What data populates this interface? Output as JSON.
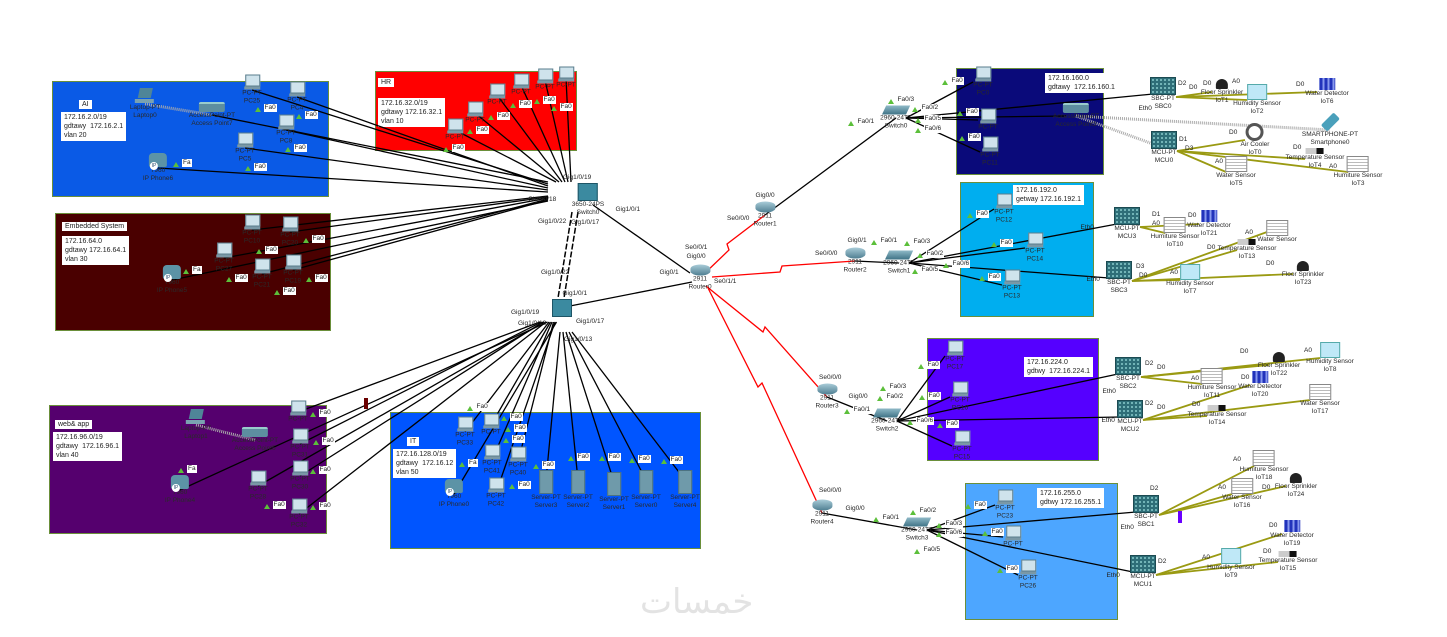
{
  "colors": {
    "ai_area": "#0a5ae6",
    "hr_area": "#ff0000",
    "embedded_area": "#4a0000",
    "webapp_area": "#55006e",
    "it_area": "#0055ff",
    "area_160": "#0a0a7a",
    "area_192": "#00aeef",
    "area_224": "#5500ff",
    "area_255": "#4da6ff",
    "copper_link": "#000000",
    "serial_link": "#ff0000",
    "iot_link": "#9a9a12",
    "wireless_link": "#aaaaaa",
    "port_up": "#5cbf3a"
  },
  "areas": {
    "ai": {
      "label": "AI",
      "info": [
        "172.16.2.0/19",
        "gdtawy  172.16.2.1",
        "vlan 20"
      ]
    },
    "hr": {
      "label": "HR",
      "info": [
        "172.16.32.0/19",
        "gdtawy 172.16.32.1",
        "vlan 10"
      ]
    },
    "embedded": {
      "label": "Embedded System",
      "info": [
        "172.16.64.0",
        "gdtawy 172.16.64.1",
        "vlan 30"
      ]
    },
    "webapp": {
      "label": "web& app",
      "info": [
        "172.16.96.0/19",
        "gdtawy  172.16.96.1",
        "vlan 40"
      ]
    },
    "it": {
      "label": "IT",
      "info": [
        "172.16.128.0/19",
        "gdtawy  172.16.12",
        "vlan 50"
      ]
    },
    "a160": {
      "info": [
        "172.16.160.0",
        "gdtawy  172.16.160.1"
      ]
    },
    "a192": {
      "info": [
        "172.16.192.0",
        "getway 172.16.192.1"
      ]
    },
    "a224": {
      "info": [
        "172.16.224.0",
        "gdtwy  172.16.224.1"
      ]
    },
    "a255": {
      "info": [
        "172.16.255.0",
        "gdtwy 172.16.255.1"
      ]
    }
  },
  "nodes": {
    "laptop0": {
      "type": "laptop",
      "lines": [
        "Laptop-PT",
        "Laptop0"
      ]
    },
    "ap7": {
      "type": "ap",
      "lines": [
        "AccessPoint-PT",
        "Access Point7"
      ]
    },
    "pc25": {
      "type": "pc",
      "lines": [
        "PC-PT",
        "PC25"
      ]
    },
    "pc4": {
      "type": "pc",
      "lines": [
        "PC-PT",
        "PC4"
      ]
    },
    "pc8": {
      "type": "pc",
      "lines": [
        "PC-PT",
        "PC8"
      ]
    },
    "pc5": {
      "type": "pc",
      "lines": [
        "PC-PT",
        "PC5"
      ]
    },
    "phone6": {
      "type": "phone",
      "lines": [
        "7960",
        "IP Phone6"
      ]
    },
    "hr1": {
      "type": "pc",
      "lines": [
        "PC-PT"
      ]
    },
    "hr2": {
      "type": "pc",
      "lines": [
        "PC-PT"
      ]
    },
    "hr3": {
      "type": "pc",
      "lines": [
        "PC-PT"
      ]
    },
    "hr4": {
      "type": "pc",
      "lines": [
        "PC-PT"
      ]
    },
    "hr5": {
      "type": "pc",
      "lines": [
        "PC-PT"
      ]
    },
    "hr6": {
      "type": "pc",
      "lines": [
        "PC-PT"
      ]
    },
    "pc10": {
      "type": "pc",
      "lines": [
        "PC-PT",
        "PC10"
      ]
    },
    "pc20": {
      "type": "pc",
      "lines": [
        "PC-PT",
        "PC20"
      ]
    },
    "pc27": {
      "type": "pc",
      "lines": [
        "PC-PT",
        "PC27"
      ]
    },
    "pc21": {
      "type": "pc",
      "lines": [
        "PC-PT",
        "PC21"
      ]
    },
    "pc19": {
      "type": "pc",
      "lines": [
        "PC-PT",
        "PC19"
      ]
    },
    "phone5": {
      "type": "phone",
      "lines": [
        "7960",
        "IP Phone5"
      ]
    },
    "laptop1": {
      "type": "laptop",
      "lines": [
        "Laptop-PT",
        "Laptop1"
      ]
    },
    "ap5": {
      "type": "ap",
      "lines": [
        "AccessPoint-PT",
        "Access Point5"
      ]
    },
    "pcw1": {
      "type": "pc",
      "lines": [
        "PC-PT"
      ]
    },
    "pc31": {
      "type": "pc",
      "lines": [
        "PC-PT",
        "PC31"
      ]
    },
    "pc30": {
      "type": "pc",
      "lines": [
        "PC-PT",
        "PC30"
      ]
    },
    "pc28": {
      "type": "pc",
      "lines": [
        "PC-PT",
        "PC28"
      ]
    },
    "pc32": {
      "type": "pc",
      "lines": [
        "PC-PT",
        "PC32"
      ]
    },
    "phone4": {
      "type": "phone",
      "lines": [
        "7960",
        "IP Phone4"
      ]
    },
    "pc33": {
      "type": "pc",
      "lines": [
        "PC-PT",
        "PC33"
      ]
    },
    "pcit1": {
      "type": "pc",
      "lines": [
        "PC-PT"
      ]
    },
    "pc41": {
      "type": "pc",
      "lines": [
        "PC-PT",
        "PC41"
      ]
    },
    "pc40": {
      "type": "pc",
      "lines": [
        "PC-PT",
        "PC40"
      ]
    },
    "pc42": {
      "type": "pc",
      "lines": [
        "PC-PT",
        "PC42"
      ]
    },
    "phone0": {
      "type": "phone",
      "lines": [
        "7960",
        "IP Phone0"
      ]
    },
    "server3": {
      "type": "server",
      "lines": [
        "Server-PT",
        "Server3"
      ]
    },
    "server2": {
      "type": "server",
      "lines": [
        "Server-PT",
        "Server2"
      ]
    },
    "server1": {
      "type": "server",
      "lines": [
        "Server-PT",
        "Server1"
      ]
    },
    "server0": {
      "type": "server",
      "lines": [
        "Server-PT",
        "Server0"
      ]
    },
    "server4": {
      "type": "server",
      "lines": [
        "Server-PT",
        "Server4"
      ]
    },
    "mls0": {
      "type": "mlswitch",
      "lines": [
        "3650-24PS",
        "Switch0"
      ]
    },
    "mls1": {
      "type": "mlswitch",
      "lines": []
    },
    "router0": {
      "type": "router",
      "lines": [
        "2911",
        "Router0"
      ]
    },
    "router1": {
      "type": "router",
      "lines": [
        "2911",
        "Router1"
      ]
    },
    "router2": {
      "type": "router",
      "lines": [
        "2911",
        "Router2"
      ]
    },
    "router3": {
      "type": "router",
      "lines": [
        "2911",
        "Router3"
      ]
    },
    "router4": {
      "type": "router",
      "lines": [
        "2911",
        "Router4"
      ]
    },
    "switch0": {
      "type": "switch",
      "lines": [
        "2960-24TT",
        "Switch0"
      ]
    },
    "switch1": {
      "type": "switch",
      "lines": [
        "2960-24TT",
        "Switch1"
      ]
    },
    "switch2": {
      "type": "switch",
      "lines": [
        "2960-24TT",
        "Switch2"
      ]
    },
    "switch3": {
      "type": "switch",
      "lines": [
        "2960-24TT",
        "Switch3"
      ]
    },
    "pc0": {
      "type": "pc",
      "lines": [
        "PC-PT",
        "PC0"
      ]
    },
    "pcn1": {
      "type": "pc",
      "lines": [
        "PC-PT"
      ]
    },
    "pc11": {
      "type": "pc",
      "lines": [
        "PC-PT",
        "PC11"
      ]
    },
    "ap3": {
      "type": "ap",
      "lines": [
        "AccessPoint-PT",
        "Access Point3"
      ]
    },
    "sbc0": {
      "type": "board",
      "lines": [
        "SBC-PT",
        "SBC0"
      ]
    },
    "iot1": {
      "type": "sprinkler",
      "lines": [
        "Floor Sprinkler",
        "IoT1"
      ]
    },
    "iot2": {
      "type": "humid",
      "lines": [
        "Humidity Sensor",
        "IoT2"
      ]
    },
    "iot6": {
      "type": "detector",
      "lines": [
        "Water Detector",
        "IoT6"
      ]
    },
    "mcu0": {
      "type": "board",
      "lines": [
        "MCU-PT",
        "MCU0"
      ]
    },
    "iot0": {
      "type": "cooler",
      "lines": [
        "Air Cooler",
        "IoT0"
      ]
    },
    "smartphone0": {
      "type": "phonesmart",
      "lines": [
        "SMARTPHONE-PT",
        "Smartphone0"
      ]
    },
    "iot4": {
      "type": "temp",
      "lines": [
        "Temperature Sensor",
        "IoT4"
      ]
    },
    "iot3": {
      "type": "sensor",
      "lines": [
        "Humiture Sensor",
        "IoT3"
      ]
    },
    "iot5": {
      "type": "sensor",
      "lines": [
        "Water Sensor",
        "IoT5"
      ]
    },
    "pc12": {
      "type": "pc",
      "lines": [
        "PC-PT",
        "PC12"
      ]
    },
    "pc14": {
      "type": "pc",
      "lines": [
        "PC-PT",
        "PC14"
      ]
    },
    "pc13": {
      "type": "pc",
      "lines": [
        "PC-PT",
        "PC13"
      ]
    },
    "mcu3": {
      "type": "board",
      "lines": [
        "MCU-PT",
        "MCU3"
      ]
    },
    "iot10": {
      "type": "sensor",
      "lines": [
        "Humiture Sensor",
        "IoT10"
      ]
    },
    "iot21": {
      "type": "detector",
      "lines": [
        "Water Detector",
        "IoT21"
      ]
    },
    "sbc3": {
      "type": "board",
      "lines": [
        "SBC-PT",
        "SBC3"
      ]
    },
    "iot13": {
      "type": "temp",
      "lines": [
        "Temperature Sensor",
        "IoT13"
      ]
    },
    "ws192": {
      "type": "sensor",
      "lines": [
        "Water Sensor"
      ]
    },
    "iot7": {
      "type": "humid",
      "lines": [
        "Humidity Sensor",
        "IoT7"
      ]
    },
    "iot23": {
      "type": "sprinkler",
      "lines": [
        "Floor Sprinkler",
        "IoT23"
      ]
    },
    "pc17": {
      "type": "pc",
      "lines": [
        "PC-PT",
        "PC17"
      ]
    },
    "pc16": {
      "type": "pc",
      "lines": [
        "PC-PT",
        "PC16"
      ]
    },
    "pc15": {
      "type": "pc",
      "lines": [
        "PC-PT",
        "PC15"
      ]
    },
    "sbc2": {
      "type": "board",
      "lines": [
        "SBC-PT",
        "SBC2"
      ]
    },
    "iot11": {
      "type": "sensor",
      "lines": [
        "Humiture Sensor",
        "IoT11"
      ]
    },
    "iot20": {
      "type": "detector",
      "lines": [
        "Water Detector",
        "IoT20"
      ]
    },
    "iot22": {
      "type": "sprinkler",
      "lines": [
        "Floor Sprinkler",
        "IoT22"
      ]
    },
    "iot8": {
      "type": "humid",
      "lines": [
        "Humidity Sensor",
        "IoT8"
      ]
    },
    "mcu2": {
      "type": "board",
      "lines": [
        "MCU-PT",
        "MCU2"
      ]
    },
    "iot14": {
      "type": "temp",
      "lines": [
        "Temperature Sensor",
        "IoT14"
      ]
    },
    "iot17": {
      "type": "sensor",
      "lines": [
        "Water Sensor",
        "IoT17"
      ]
    },
    "pc23": {
      "type": "pc",
      "lines": [
        "PC-PT",
        "PC23"
      ]
    },
    "pcn2": {
      "type": "pc",
      "lines": [
        "PC-PT"
      ]
    },
    "pc26": {
      "type": "pc",
      "lines": [
        "PC-PT",
        "PC26"
      ]
    },
    "sbc1": {
      "type": "board",
      "lines": [
        "SBC-PT",
        "SBC1"
      ]
    },
    "iot18": {
      "type": "sensor",
      "lines": [
        "Humiture Sensor",
        "IoT18"
      ]
    },
    "iot16": {
      "type": "sensor",
      "lines": [
        "Water Sensor",
        "IoT16"
      ]
    },
    "iot24": {
      "type": "sprinkler",
      "lines": [
        "Floor Sprinkler",
        "IoT24"
      ]
    },
    "mcu1": {
      "type": "board",
      "lines": [
        "MCU-PT",
        "MCU1"
      ]
    },
    "iot9": {
      "type": "humid",
      "lines": [
        "Humidity Sensor",
        "IoT9"
      ]
    },
    "iot19": {
      "type": "detector",
      "lines": [
        "Water Detector",
        "IoT19"
      ]
    },
    "iot15": {
      "type": "temp",
      "lines": [
        "Temperature Sensor",
        "IoT15"
      ]
    }
  },
  "ports": [
    "Fa0",
    "Fa0",
    "Fa0",
    "Fa0",
    "Fa",
    "Fa0",
    "Fa0",
    "Fa0",
    "Fa0",
    "Fa0",
    "Fa0",
    "Fa0",
    "Fa0",
    "Fa0",
    "Fa0",
    "Fa0",
    "Fa",
    "Fa0",
    "Fa0",
    "Fa0",
    "Fa0",
    "Fa0",
    "Fa",
    "Fa0",
    "Fa0",
    "Fa0",
    "Fa0",
    "Fa0",
    "Fa",
    "Fa0",
    "Fa0",
    "Fa0",
    "Fa0",
    "Fa0",
    "Gig1/0/19",
    "Gig1/0/18",
    "Gig1/0/17",
    "Gig1/0/22",
    "Gig1/0/1",
    "Gig1/0/22",
    "Gig1/0/1",
    "Gig1/0/19",
    "Gig1/0/18",
    "Gig1/0/17",
    "Gig1/0/13",
    "Gig0/0",
    "Se0/0/1",
    "Gig0/1",
    "Se0/1/1",
    "Gig0/0",
    "Se0/0/0",
    "Fa0/1",
    "Fa0/3",
    "Fa0/2",
    "Fa0/5",
    "Fa0/6",
    "Se0/0/0",
    "Gig0/1",
    "Fa0/1",
    "Fa0/3",
    "Fa0/2",
    "Fa0/5",
    "Fa0/6",
    "Se0/0/0",
    "Gig0/0",
    "Fa0/1",
    "Fa0/2",
    "Fa0/3",
    "Fa0/6",
    "Se0/0/0",
    "Gig0/0",
    "Fa0/1",
    "Fa0/2",
    "Fa0/3",
    "Fa0/6",
    "Fa0/5",
    "Fa0",
    "Fa0",
    "Fa0",
    "Fa0",
    "Fa0",
    "Fa0",
    "Fa0",
    "Fa0",
    "Fa0",
    "Fa0",
    "Fa0",
    "Fa0",
    "Eth0",
    "Eth0",
    "Eth0",
    "Eth0",
    "Eth0",
    "Eth0",
    "Eth0",
    "D2",
    "D0",
    "D0",
    "A0",
    "D0",
    "D1",
    "D3",
    "D0",
    "A0",
    "D0",
    "A0",
    "D1",
    "A0",
    "D0",
    "D3",
    "D0",
    "D0",
    "A0",
    "A0",
    "D0",
    "D2",
    "D0",
    "A0",
    "D0",
    "A0",
    "D0",
    "D2",
    "D0",
    "D0",
    "D2",
    "A0",
    "D0",
    "A0",
    "D2",
    "A0",
    "D0",
    "D0"
  ],
  "watermark": "خمسات"
}
